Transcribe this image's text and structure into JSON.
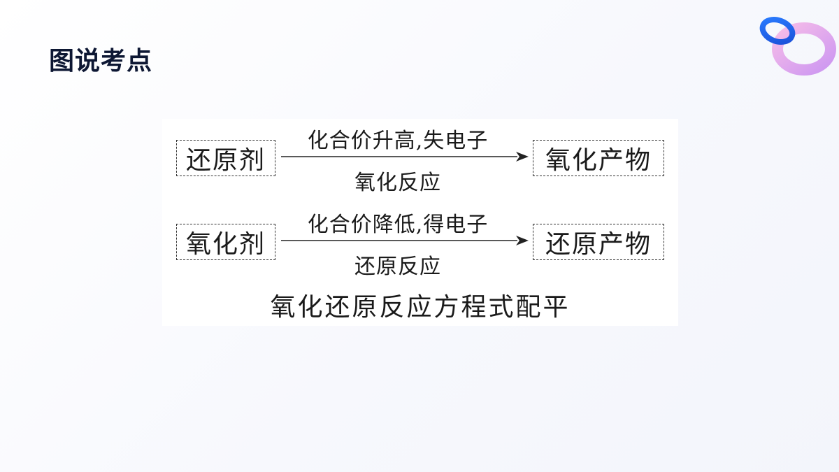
{
  "slide": {
    "title": "图说考点"
  },
  "diagram": {
    "rows": [
      {
        "source": "还原剂",
        "above": "化合价升高,失电子",
        "below": "氧化反应",
        "target": "氧化产物"
      },
      {
        "source": "氧化剂",
        "above": "化合价降低,得电子",
        "below": "还原反应",
        "target": "还原产物"
      }
    ],
    "caption": "氧化还原反应方程式配平"
  }
}
